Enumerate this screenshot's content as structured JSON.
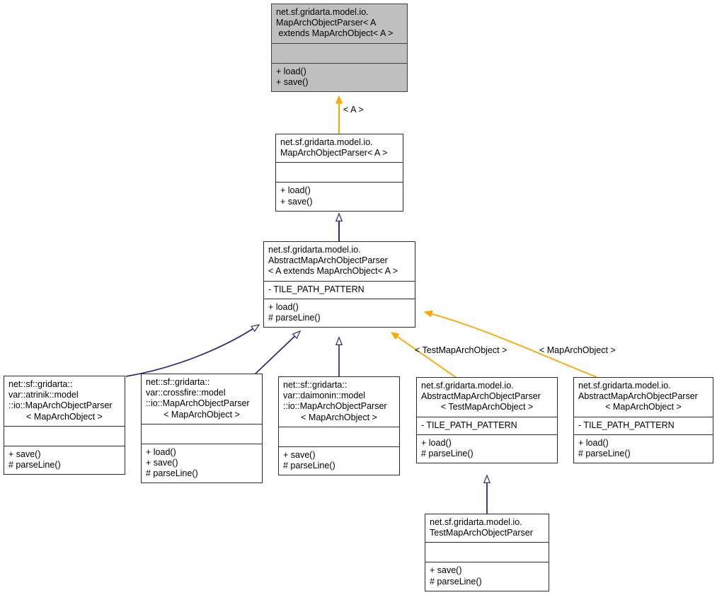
{
  "diagram": {
    "title": "UML inheritance diagram for net.sf.gridarta.model.io.MapArchObjectParser",
    "colors": {
      "root_fill": "#bfbfbf",
      "root_border": "#404040",
      "node_fill": "#ffffff",
      "node_border": "#2b2b2b",
      "inheritance_edge": "#2a2a7a",
      "template_edge": "#ffa500",
      "background": "#ffffff"
    },
    "nodes": [
      {
        "id": "root",
        "name_lines": [
          "net.sf.gridarta.model.io.",
          "MapArchObjectParser< A",
          " extends MapArchObject< A >"
        ],
        "attributes": [],
        "operations": [
          "+ load()",
          "+ save()"
        ],
        "highlighted": true
      },
      {
        "id": "mapArchObjectParserA",
        "name_lines": [
          "net.sf.gridarta.model.io.",
          "MapArchObjectParser< A >"
        ],
        "attributes": [],
        "operations": [
          "+ load()",
          "+ save()"
        ],
        "highlighted": false
      },
      {
        "id": "abstractMapArchObjectParser",
        "name_lines": [
          "net.sf.gridarta.model.io.",
          "AbstractMapArchObjectParser",
          "< A extends MapArchObject< A >"
        ],
        "attributes": [
          "- TILE_PATH_PATTERN"
        ],
        "operations": [
          "+ load()",
          "# parseLine()"
        ],
        "highlighted": false
      },
      {
        "id": "atrinik",
        "name_lines": [
          "net::sf::gridarta::",
          "var::atrinik::model",
          "::io::MapArchObjectParser",
          "< MapArchObject >"
        ],
        "attributes": [],
        "operations": [
          "+ save()",
          "# parseLine()"
        ],
        "highlighted": false
      },
      {
        "id": "crossfire",
        "name_lines": [
          "net::sf::gridarta::",
          "var::crossfire::model",
          "::io::MapArchObjectParser",
          "< MapArchObject >"
        ],
        "attributes": [],
        "operations": [
          "+ load()",
          "+ save()",
          "# parseLine()"
        ],
        "highlighted": false
      },
      {
        "id": "daimonin",
        "name_lines": [
          "net::sf::gridarta::",
          "var::daimonin::model",
          "::io::MapArchObjectParser",
          "< MapArchObject >"
        ],
        "attributes": [],
        "operations": [
          "+ save()",
          "# parseLine()"
        ],
        "highlighted": false
      },
      {
        "id": "abstractTest",
        "name_lines": [
          "net.sf.gridarta.model.io.",
          "AbstractMapArchObjectParser",
          "< TestMapArchObject >"
        ],
        "attributes": [
          "- TILE_PATH_PATTERN"
        ],
        "operations": [
          "+ load()",
          "# parseLine()"
        ],
        "highlighted": false
      },
      {
        "id": "abstractMap",
        "name_lines": [
          "net.sf.gridarta.model.io.",
          "AbstractMapArchObjectParser",
          "< MapArchObject >"
        ],
        "attributes": [
          "- TILE_PATH_PATTERN"
        ],
        "operations": [
          "+ load()",
          "# parseLine()"
        ],
        "highlighted": false
      },
      {
        "id": "testMapArchObjectParser",
        "name_lines": [
          "net.sf.gridarta.model.io.",
          "TestMapArchObjectParser"
        ],
        "attributes": [],
        "operations": [
          "+ save()",
          "# parseLine()"
        ],
        "highlighted": false
      }
    ],
    "edge_labels": [
      {
        "id": "labelA",
        "text": "< A >"
      },
      {
        "id": "labelTest",
        "text": "< TestMapArchObject >"
      },
      {
        "id": "labelMap",
        "text": "< MapArchObject >"
      }
    ]
  }
}
